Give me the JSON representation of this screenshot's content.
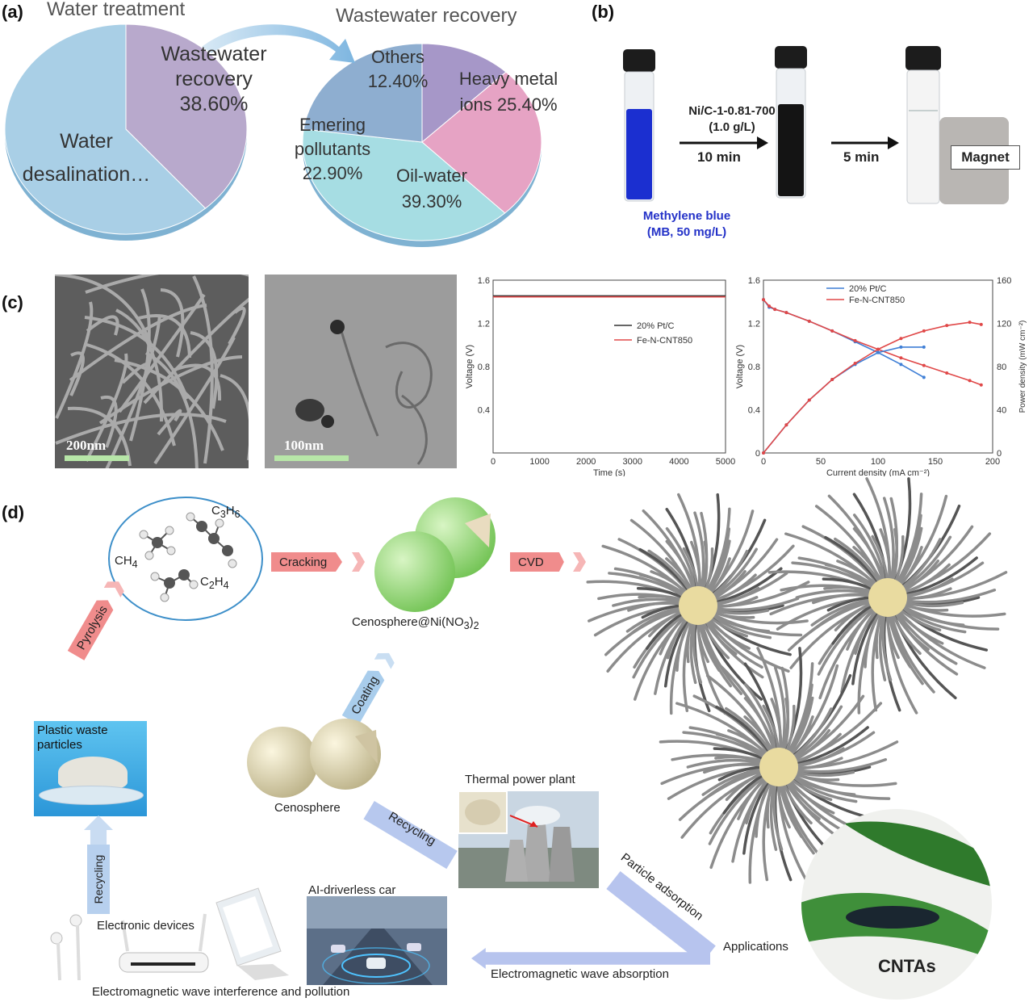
{
  "panels": {
    "a": {
      "label": "(a)",
      "chart_data": [
        {
          "type": "pie",
          "title": "Water treatment",
          "slices": [
            {
              "label": "Water desalination…",
              "value": 61.4,
              "color": "#a9cfe6"
            },
            {
              "label": "Wastewater recovery",
              "value_text": "38.60%",
              "value": 38.6,
              "color": "#b8a9cc"
            }
          ]
        },
        {
          "type": "pie",
          "title": "Wastewater recovery",
          "slices": [
            {
              "label": "Others",
              "value_text": "12.40%",
              "value": 12.4,
              "color": "#a697c8"
            },
            {
              "label": "Heavy metal ions",
              "value_text": "25.40%",
              "value": 25.4,
              "color": "#e6a3c4"
            },
            {
              "label": "Oil-water",
              "value_text": "39.30%",
              "value": 39.3,
              "color": "#a6dde3"
            },
            {
              "label": "Emering pollutants",
              "value_text": "22.90%",
              "value": 22.9,
              "color": "#8eaed0"
            }
          ]
        }
      ]
    },
    "b": {
      "label": "(b)",
      "catalyst": "Ni/C-1-0.81-700",
      "dose": "(1.0 g/L)",
      "time1": "10 min",
      "time2": "5 min",
      "magnet": "Magnet",
      "dye_line1": "Methylene blue",
      "dye_line2": "(MB, 50 mg/L)"
    },
    "c": {
      "label": "(c)",
      "scale1": "200nm",
      "scale2": "100nm",
      "chart_data": [
        {
          "type": "line",
          "xlabel": "Time (s)",
          "ylabel": "Voltage (V)",
          "xlim": [
            0,
            5000
          ],
          "ylim": [
            0,
            1.6
          ],
          "xticks": [
            "0",
            "1000",
            "2000",
            "3000",
            "4000",
            "5000"
          ],
          "yticks": [
            "0.4",
            "0.8",
            "1.2",
            "1.6"
          ],
          "series": [
            {
              "name": "20% Pt/C",
              "color": "#333333",
              "x": [
                0,
                5000
              ],
              "y": [
                1.455,
                1.455
              ]
            },
            {
              "name": "Fe-N-CNT850",
              "color": "#e04848",
              "x": [
                0,
                5000
              ],
              "y": [
                1.445,
                1.445
              ]
            }
          ]
        },
        {
          "type": "line",
          "xlabel": "Current density (mA cm⁻²)",
          "ylabel": "Voltage (V)",
          "ylabel2": "Power density (mW cm⁻²)",
          "xlim": [
            0,
            200
          ],
          "ylim": [
            0,
            1.6
          ],
          "y2lim": [
            0,
            160
          ],
          "xticks": [
            "0",
            "50",
            "100",
            "150",
            "200"
          ],
          "yticks": [
            "0",
            "0.4",
            "0.8",
            "1.2",
            "1.6"
          ],
          "y2ticks": [
            "0",
            "40",
            "80",
            "120",
            "160"
          ],
          "series": [
            {
              "name": "20% Pt/C",
              "color": "#3f7fd6",
              "axis": "left",
              "x": [
                0,
                5,
                10,
                20,
                40,
                60,
                80,
                100,
                120,
                140
              ],
              "y": [
                1.42,
                1.35,
                1.33,
                1.3,
                1.22,
                1.13,
                1.03,
                0.93,
                0.82,
                0.7
              ]
            },
            {
              "name": "Fe-N-CNT850",
              "color": "#e04848",
              "axis": "left",
              "x": [
                0,
                5,
                10,
                20,
                40,
                60,
                80,
                100,
                120,
                140,
                160,
                180,
                190
              ],
              "y": [
                1.42,
                1.36,
                1.33,
                1.3,
                1.22,
                1.13,
                1.04,
                0.96,
                0.88,
                0.81,
                0.74,
                0.67,
                0.63
              ]
            },
            {
              "name": "20% Pt/C power",
              "color": "#3f7fd6",
              "axis": "right",
              "x": [
                0,
                20,
                40,
                60,
                80,
                100,
                120,
                140
              ],
              "y": [
                0,
                26,
                49,
                68,
                82,
                93,
                98,
                98
              ]
            },
            {
              "name": "Fe-N-CNT850 power",
              "color": "#e04848",
              "axis": "right",
              "x": [
                0,
                20,
                40,
                60,
                80,
                100,
                120,
                140,
                160,
                180,
                190
              ],
              "y": [
                0,
                26,
                49,
                68,
                83,
                96,
                106,
                113,
                118,
                121,
                119
              ]
            }
          ]
        }
      ]
    },
    "d": {
      "label": "(d)",
      "ch4": "CH",
      "ch4_sub": "4",
      "c3h6": "C",
      "c3h6_sub1": "3",
      "c3h6_h": "H",
      "c3h6_sub2": "6",
      "c2h4": "C",
      "c2h4_sub1": "2",
      "c2h4_h": "H",
      "c2h4_sub2": "4",
      "cracking": "Cracking",
      "cvd": "CVD",
      "cenosphere_ni": "Cenosphere@Ni(NO",
      "cenosphere_ni_sub": "3",
      "cenosphere_ni_end": ")",
      "cenosphere_ni_sub2": "2",
      "pyrolysis": "Pyrolysis",
      "coating": "Coating",
      "plastic_line1": "Plastic waste",
      "plastic_line2": "particles",
      "cenosphere": "Cenosphere",
      "thermal_plant": "Thermal power plant",
      "recycling_left": "Recycling",
      "recycling_mid": "Recycling",
      "ai_car": "AI-driverless car",
      "electronic": "Electronic devices",
      "em_interference": "Electromagnetic wave interference and pollution",
      "particle_adsorption": "Particle adsorption",
      "applications": "Applications",
      "em_absorption": "Electromagnetic wave absorption",
      "cntas": "CNTAs"
    }
  }
}
